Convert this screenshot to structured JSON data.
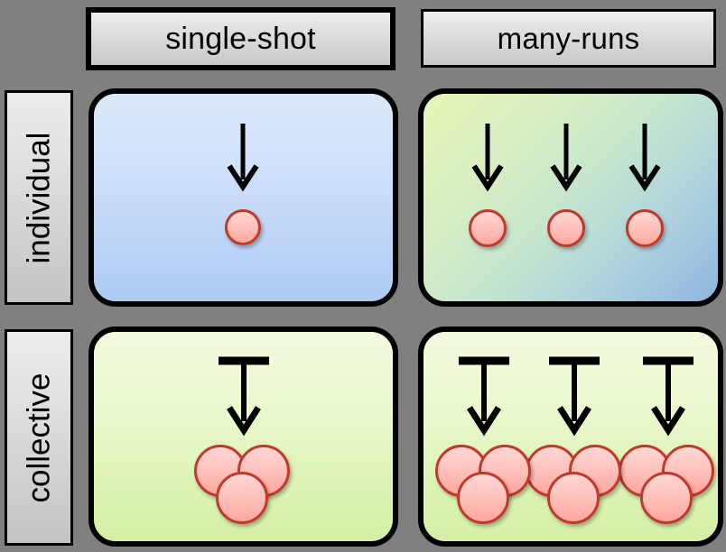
{
  "diagram": {
    "background_color": "#808080",
    "columns": [
      {
        "key": "single-shot",
        "label": "single-shot",
        "emphasis": true
      },
      {
        "key": "many-runs",
        "label": "many-runs",
        "emphasis": false
      }
    ],
    "rows": [
      {
        "key": "individual",
        "label": "individual"
      },
      {
        "key": "collective",
        "label": "collective"
      }
    ],
    "cells": [
      {
        "key": "individual-single-shot",
        "row": "individual",
        "column": "single-shot",
        "fill": "blue-gradient",
        "fill_from": "#dce9fb",
        "fill_to": "#aecbf3",
        "arrow_type": "plain-arrow",
        "arrow_count": 1,
        "object_type": "single-circle",
        "object_groups": 1,
        "circles_per_group": 1
      },
      {
        "key": "individual-many-runs",
        "row": "individual",
        "column": "many-runs",
        "fill": "green-to-blue-diagonal-gradient",
        "fill_from": "#e8f7b8",
        "fill_to": "#8fb6e0",
        "arrow_type": "plain-arrow",
        "arrow_count": 3,
        "object_type": "single-circle",
        "object_groups": 3,
        "circles_per_group": 1
      },
      {
        "key": "collective-single-shot",
        "row": "collective",
        "column": "single-shot",
        "fill": "green-gradient",
        "fill_from": "#f3fbdf",
        "fill_to": "#d4f0a4",
        "arrow_type": "t-bar-arrow",
        "arrow_count": 1,
        "object_type": "circle-cluster",
        "object_groups": 1,
        "circles_per_group": 3
      },
      {
        "key": "collective-many-runs",
        "row": "collective",
        "column": "many-runs",
        "fill": "green-gradient",
        "fill_from": "#f3fbdf",
        "fill_to": "#d4f0a4",
        "arrow_type": "t-bar-arrow",
        "arrow_count": 3,
        "object_type": "circle-cluster",
        "object_groups": 3,
        "circles_per_group": 3
      }
    ],
    "colors": {
      "circle_border": "#c0392b",
      "circle_fill_top": "#ffd7d5",
      "circle_fill_bottom": "#ffa79e",
      "arrow": "#000000",
      "panel_border": "#000000",
      "label_fill_top": "#ececec",
      "label_fill_bottom": "#c4c4c4"
    }
  }
}
